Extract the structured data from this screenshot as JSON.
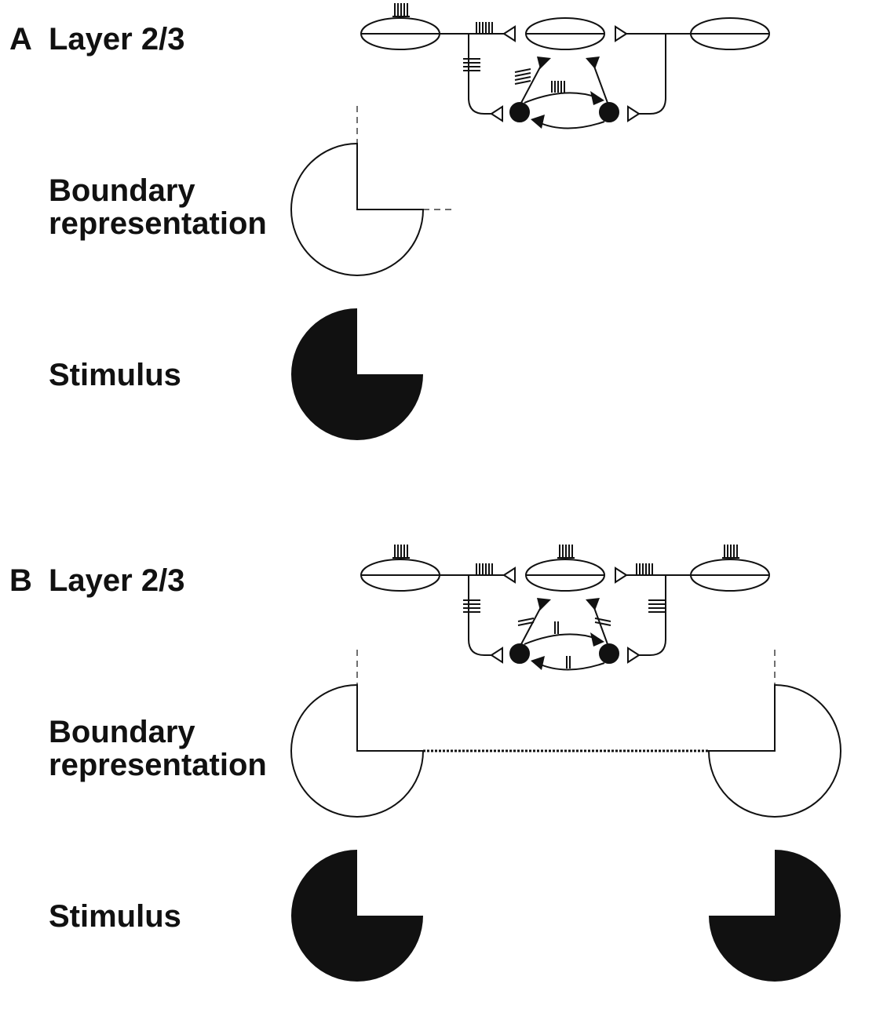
{
  "panels": [
    {
      "letter": "A",
      "layer_label": "Layer 2/3",
      "boundary_label_line1": "Boundary",
      "boundary_label_line2": "representation",
      "stimulus_label": "Stimulus"
    },
    {
      "letter": "B",
      "layer_label": "Layer 2/3",
      "boundary_label_line1": "Boundary",
      "boundary_label_line2": "representation",
      "stimulus_label": "Stimulus"
    }
  ],
  "colors": {
    "ink": "#111111",
    "background": "#ffffff"
  }
}
